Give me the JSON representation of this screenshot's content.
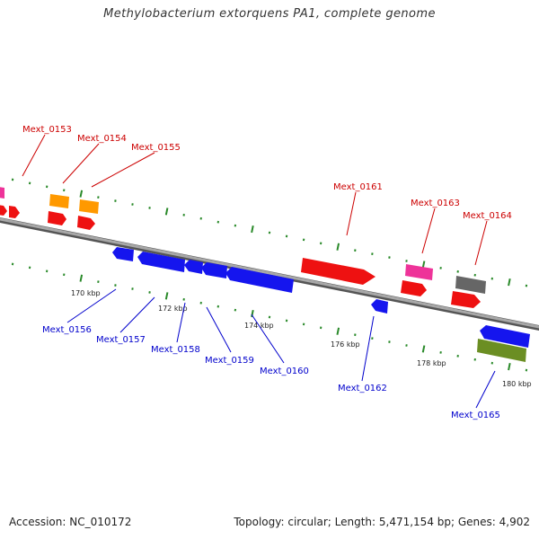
{
  "title": "Methylobacterium extorquens PA1, complete genome",
  "footer": {
    "accession": "Accession: NC_010172",
    "summary": "Topology: circular; Length: 5,471,154 bp; Genes: 4,902"
  },
  "colors": {
    "forward_label": "#cc0000",
    "reverse_label": "#0000cc",
    "backbone": "#888888",
    "tick": "#2a8a2a",
    "red": "#ee1111",
    "blue": "#1515ee",
    "orange": "#ff9900",
    "magenta": "#ee3399",
    "gray": "#666666",
    "olive": "#6b8e23"
  },
  "scale_ticks": [
    "170 kbp",
    "172 kbp",
    "174 kbp",
    "176 kbp",
    "178 kbp",
    "180 kbp"
  ],
  "forward_genes": [
    "Mext_0153",
    "Mext_0154",
    "Mext_0155",
    "Mext_0161",
    "Mext_0163",
    "Mext_0164"
  ],
  "reverse_genes": [
    "Mext_0156",
    "Mext_0157",
    "Mext_0158",
    "Mext_0159",
    "Mext_0160",
    "Mext_0162",
    "Mext_0165"
  ]
}
